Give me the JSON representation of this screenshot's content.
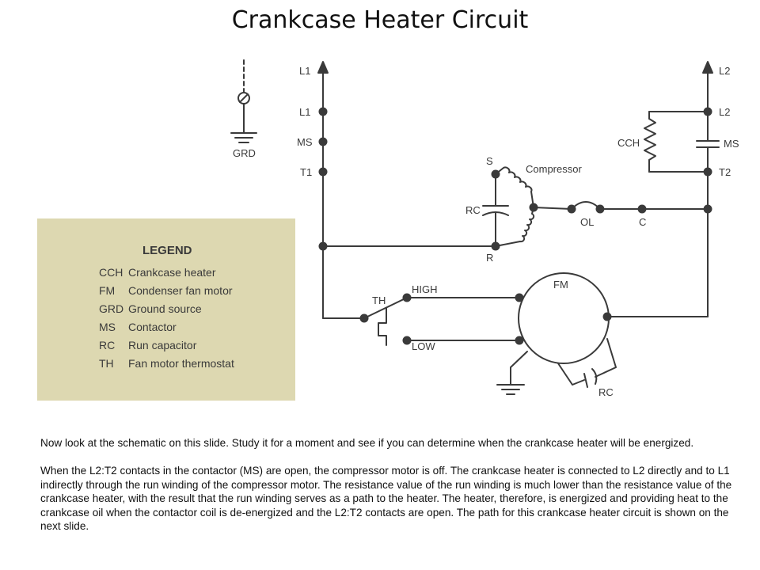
{
  "slide": {
    "title": "Crankcase Heater Circuit"
  },
  "diagram": {
    "labels": {
      "l1_top": "L1",
      "l1": "L1",
      "ms_left": "MS",
      "t1": "T1",
      "l2_top": "L2",
      "l2": "L2",
      "ms_right": "MS",
      "t2": "T2",
      "cch": "CCH",
      "grd": "GRD",
      "s": "S",
      "compressor": "Compressor",
      "rc_comp": "RC",
      "r": "R",
      "ol": "OL",
      "c": "C",
      "fm": "FM",
      "th": "TH",
      "high": "HIGH",
      "low": "LOW",
      "rc_fan": "RC"
    }
  },
  "legend": {
    "heading": "LEGEND",
    "items": [
      {
        "abbr": "CCH",
        "desc": "Crankcase heater"
      },
      {
        "abbr": "FM",
        "desc": "Condenser fan motor"
      },
      {
        "abbr": "GRD",
        "desc": "Ground source"
      },
      {
        "abbr": "MS",
        "desc": "Contactor"
      },
      {
        "abbr": "RC",
        "desc": "Run capacitor"
      },
      {
        "abbr": "TH",
        "desc": "Fan motor thermostat"
      }
    ]
  },
  "body": {
    "paragraph1": "Now look at the schematic on this slide. Study it for a moment and see if you can determine when the crankcase heater will be energized.",
    "paragraph2": "When the L2:T2 contacts in the contactor (MS) are open, the compressor motor is off. The crankcase heater is connected to L2 directly and to L1 indirectly through the run winding of the compressor motor. The resistance value of the run winding is much lower than the resistance value of the crankcase heater, with the result that the run winding serves as a path to the heater. The heater, therefore, is energized and providing heat to the crankcase oil when the contactor coil is de-energized and the L2:T2 contacts are open. The path for this crankcase heater circuit is shown on the next slide."
  }
}
